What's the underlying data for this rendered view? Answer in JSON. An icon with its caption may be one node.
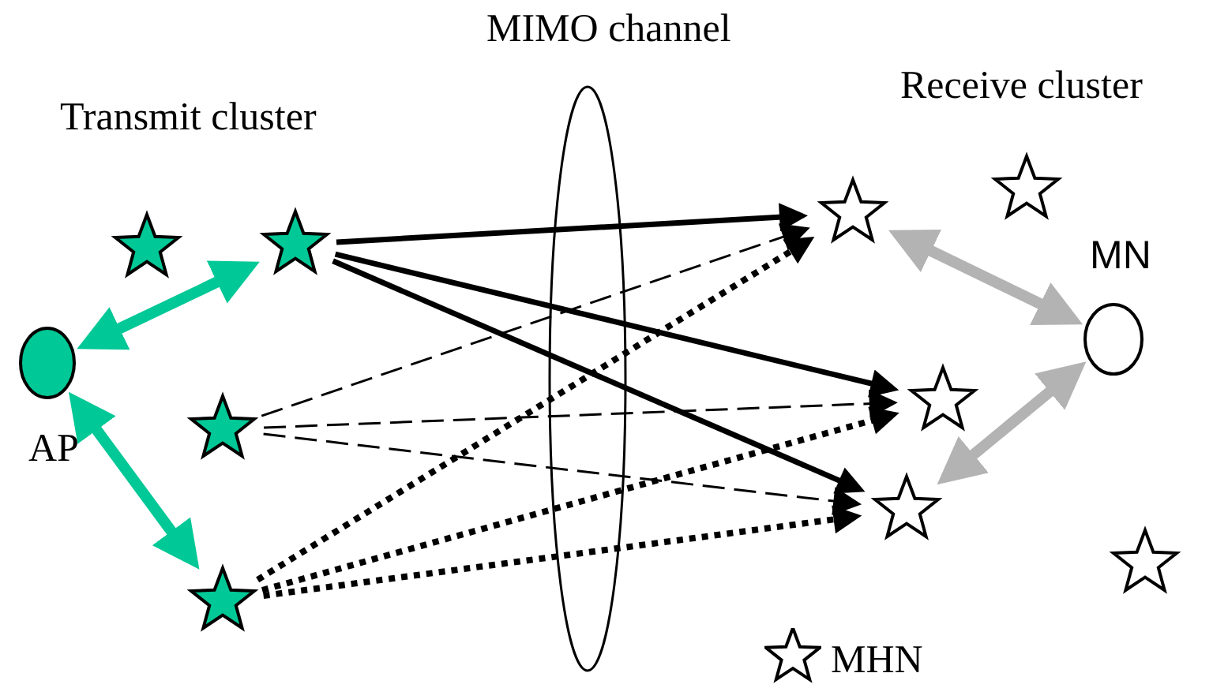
{
  "diagram": {
    "nodes": [
      {
        "text": [
          "AP"
        ]
      },
      {
        "text": [],
        "shape": "star"
      },
      {
        "text": [],
        "shape": "star"
      },
      {
        "text": [],
        "shape": "star"
      },
      {
        "text": [],
        "shape": "star"
      },
      {
        "text": [],
        "shape": "star"
      },
      {
        "text": [],
        "shape": "star"
      },
      {
        "text": [
          "MN"
        ]
      },
      {
        "text": [],
        "shape": "star"
      },
      {
        "text": [],
        "shape": "star"
      },
      {
        "text": [],
        "shape": "star"
      }
    ],
    "edges": [
      {
        "from": 0,
        "to": 2,
        "arrow": "both",
        "color": "#00c896"
      },
      {
        "from": 0,
        "to": 4,
        "arrow": "both",
        "color": "#00c896"
      },
      {
        "from": 2,
        "to": 5,
        "arrow": "to"
      },
      {
        "from": 2,
        "to": 8,
        "arrow": "to"
      },
      {
        "from": 2,
        "to": 9,
        "arrow": "to"
      },
      {
        "from": 3,
        "to": 5,
        "arrow": "to",
        "style": "dashed"
      },
      {
        "from": 3,
        "to": 8,
        "arrow": "to",
        "style": "dashed"
      },
      {
        "from": 3,
        "to": 9,
        "arrow": "to",
        "style": "dashed"
      },
      {
        "from": 4,
        "to": 5,
        "arrow": "to",
        "style": "dashed"
      },
      {
        "from": 4,
        "to": 8,
        "arrow": "to",
        "style": "dashed"
      },
      {
        "from": 4,
        "to": 9,
        "arrow": "to",
        "style": "dashed"
      },
      {
        "from": 7,
        "to": 5,
        "arrow": "both",
        "color": "#b3b3b3"
      },
      {
        "from": 7,
        "to": 9,
        "arrow": "both",
        "color": "#b3b3b3"
      }
    ],
    "labels": [
      "MIMO channel",
      "Transmit cluster",
      "Receive cluster"
    ],
    "legend": [
      {
        "text": "MHN"
      }
    ]
  }
}
